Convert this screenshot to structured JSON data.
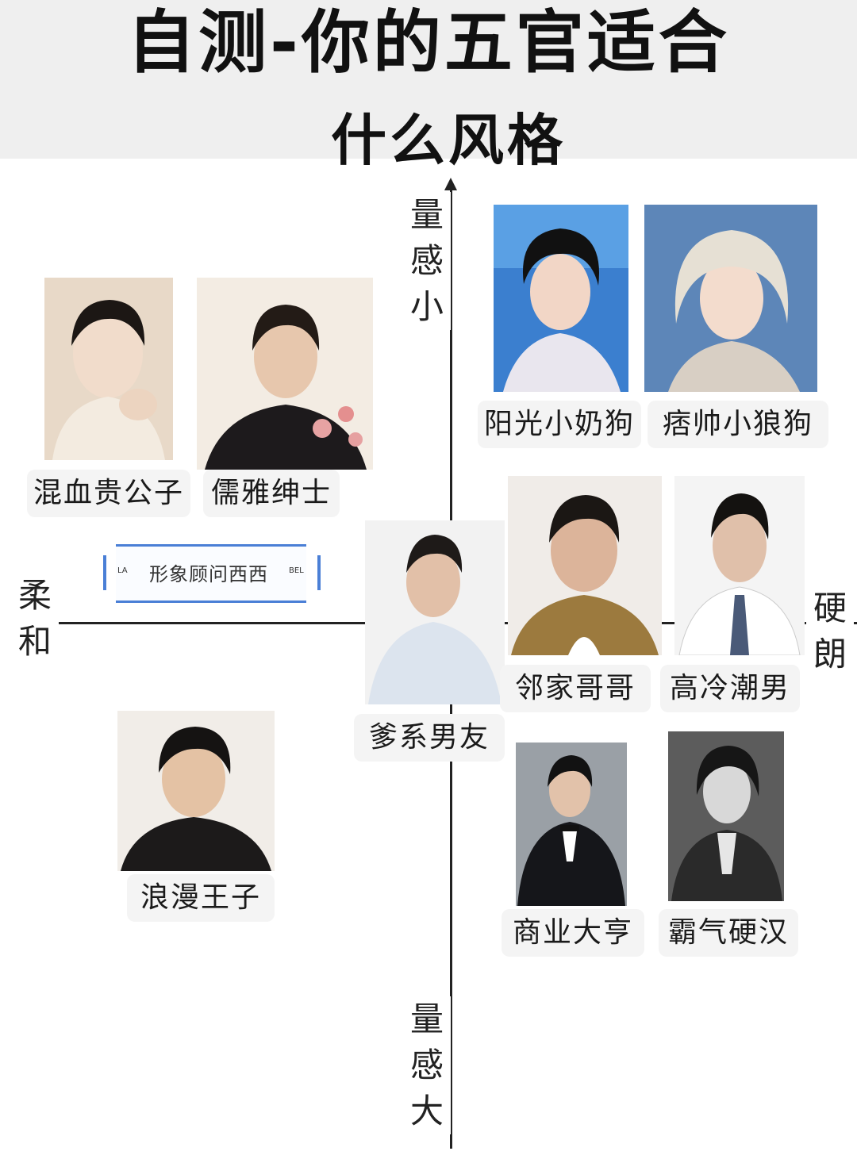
{
  "title": {
    "line1": "自测-你的五官适合",
    "line2": "什么风格"
  },
  "axes": {
    "top": [
      "量",
      "感",
      "小"
    ],
    "bottom": [
      "量",
      "感",
      "大"
    ],
    "left": [
      "柔",
      "和"
    ],
    "right": [
      "硬",
      "朗"
    ]
  },
  "watermark": {
    "text": "形象顾问西西",
    "left_mark": "LA",
    "right_mark": "BEL"
  },
  "styles": [
    {
      "id": "hunxue",
      "label": "混血贵公子"
    },
    {
      "id": "ruya",
      "label": "儒雅绅士"
    },
    {
      "id": "yangguang",
      "label": "阳光小奶狗"
    },
    {
      "id": "pishuai",
      "label": "痞帅小狼狗"
    },
    {
      "id": "diexi",
      "label": "爹系男友"
    },
    {
      "id": "linjia",
      "label": "邻家哥哥"
    },
    {
      "id": "gaoleng",
      "label": "高冷潮男"
    },
    {
      "id": "langman",
      "label": "浪漫王子"
    },
    {
      "id": "shangye",
      "label": "商业大亨"
    },
    {
      "id": "baqi",
      "label": "霸气硬汉"
    }
  ],
  "colors": {
    "title_band": "#efefef",
    "axis": "#222222",
    "caption_bg": "#f4f4f4",
    "watermark_accent": "#4a7fd6"
  }
}
